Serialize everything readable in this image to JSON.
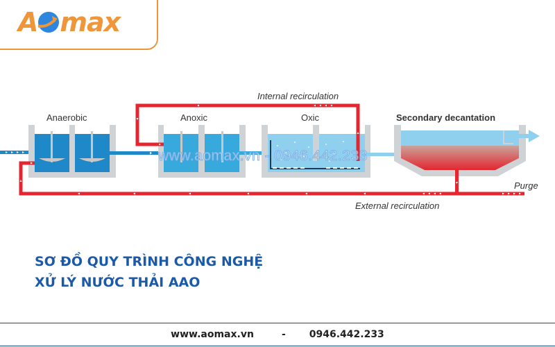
{
  "brand": {
    "logo_prefix": "A",
    "logo_suffix": "max",
    "logo_icon": "globe-arrow-icon",
    "color_orange": "#f0963a",
    "color_blue": "#2e86de"
  },
  "diagram": {
    "stages": [
      {
        "label": "Anaerobic"
      },
      {
        "label": "Anoxic"
      },
      {
        "label": "Oxic"
      },
      {
        "label": "Secondary decantation"
      }
    ],
    "flows": {
      "internal": "Internal recirculation",
      "external": "External recirculation",
      "purge": "Purge"
    },
    "watermark": "www.aomax.vn - 0946.442.233",
    "colors": {
      "water_dark": "#1e88c8",
      "water_light": "#37a9dc",
      "water_oxic": "#8fd0ef",
      "tank_wall": "#cfd3d6",
      "recirculation": "#e3262f",
      "sludge": "#e94a2c"
    }
  },
  "title": {
    "line1": "SƠ ĐỒ QUY TRÌNH CÔNG NGHỆ",
    "line2": "XỬ LÝ NƯỚC THẢI AAO"
  },
  "footer": {
    "website": "www.aomax.vn",
    "separator": "-",
    "phone": "0946.442.233"
  }
}
